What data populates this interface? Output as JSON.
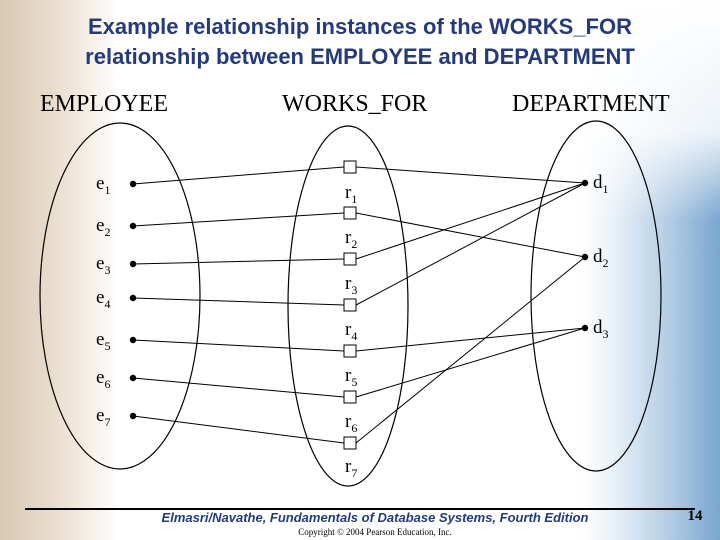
{
  "title": {
    "line1": "Example relationship instances of the WORKS_FOR",
    "line2": "relationship between EMPLOYEE and DEPARTMENT"
  },
  "sets": {
    "left": "EMPLOYEE",
    "middle": "WORKS_FOR",
    "right": "DEPARTMENT"
  },
  "employees": [
    {
      "base": "e",
      "sub": "1"
    },
    {
      "base": "e",
      "sub": "2"
    },
    {
      "base": "e",
      "sub": "3"
    },
    {
      "base": "e",
      "sub": "4"
    },
    {
      "base": "e",
      "sub": "5"
    },
    {
      "base": "e",
      "sub": "6"
    },
    {
      "base": "e",
      "sub": "7"
    }
  ],
  "relationships": [
    {
      "base": "r",
      "sub": "1"
    },
    {
      "base": "r",
      "sub": "2"
    },
    {
      "base": "r",
      "sub": "3"
    },
    {
      "base": "r",
      "sub": "4"
    },
    {
      "base": "r",
      "sub": "5"
    },
    {
      "base": "r",
      "sub": "6"
    },
    {
      "base": "r",
      "sub": "7"
    }
  ],
  "departments": [
    {
      "base": "d",
      "sub": "1"
    },
    {
      "base": "d",
      "sub": "2"
    },
    {
      "base": "d",
      "sub": "3"
    }
  ],
  "links": [
    {
      "employee": 1,
      "relationship": 1,
      "department": 1
    },
    {
      "employee": 2,
      "relationship": 2,
      "department": 2
    },
    {
      "employee": 3,
      "relationship": 3,
      "department": 1
    },
    {
      "employee": 4,
      "relationship": 4,
      "department": 1
    },
    {
      "employee": 5,
      "relationship": 5,
      "department": 3
    },
    {
      "employee": 6,
      "relationship": 6,
      "department": 3
    },
    {
      "employee": 7,
      "relationship": 7,
      "department": 2
    }
  ],
  "footer": {
    "text": "Elmasri/Navathe, Fundamentals of Database Systems, Fourth Edition",
    "copyright": "Copyright © 2004 Pearson Education, Inc.",
    "page": "14"
  }
}
